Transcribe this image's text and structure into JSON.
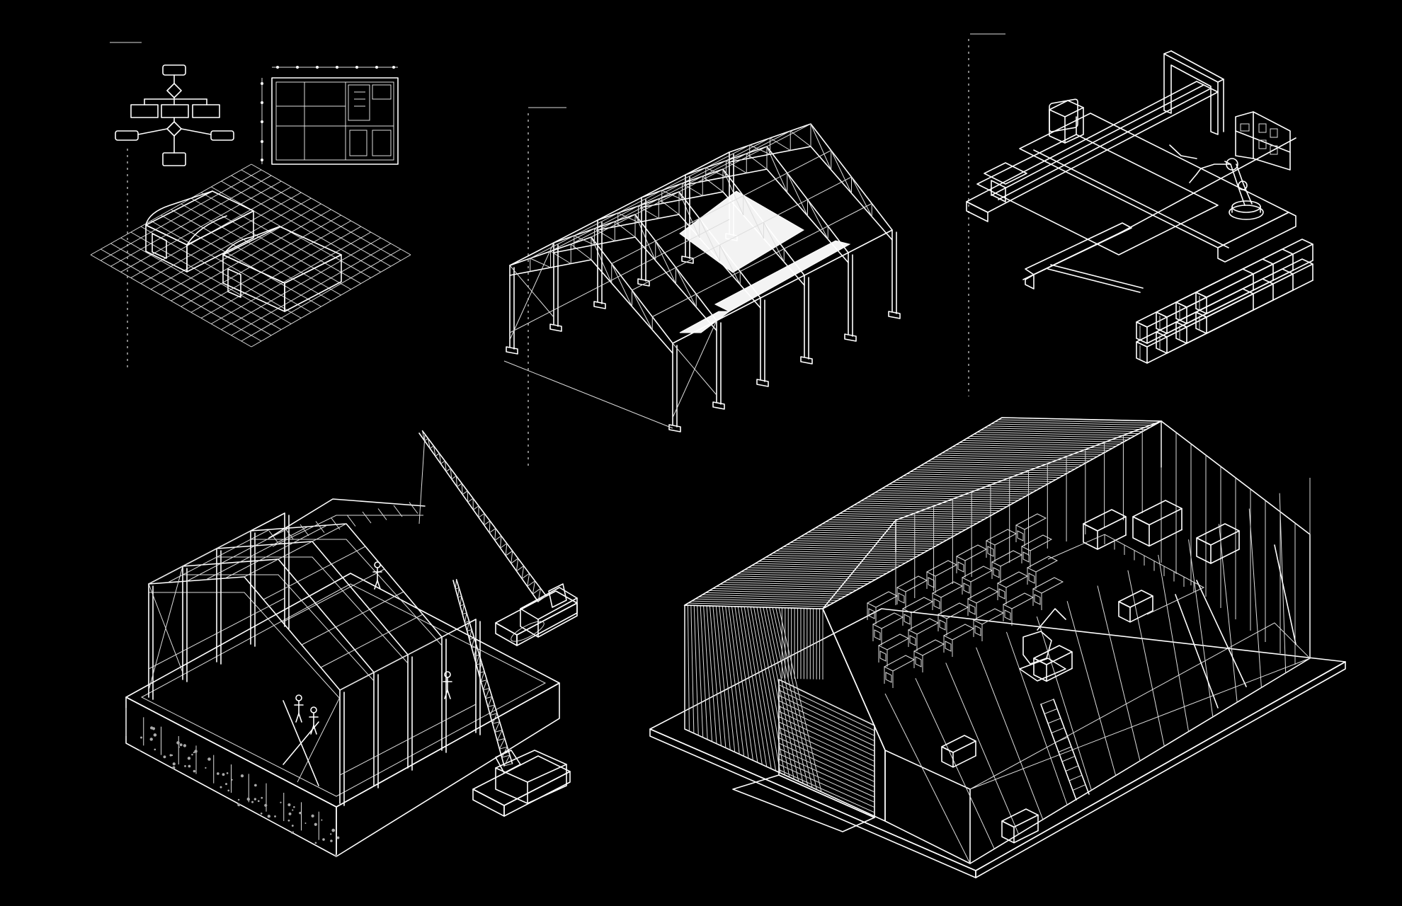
{
  "panels": [
    {
      "id": "site-planning",
      "icon": "floor-plan-icon"
    },
    {
      "id": "steel-frame",
      "icon": "truss-icon"
    },
    {
      "id": "fabrication",
      "icon": "robot-arm-icon"
    },
    {
      "id": "erection",
      "icon": "crane-icon"
    },
    {
      "id": "completed-building",
      "icon": "warehouse-icon"
    }
  ],
  "colors": {
    "background": "#000000",
    "line": "#ffffff",
    "glazing": "#f3f3f3"
  }
}
